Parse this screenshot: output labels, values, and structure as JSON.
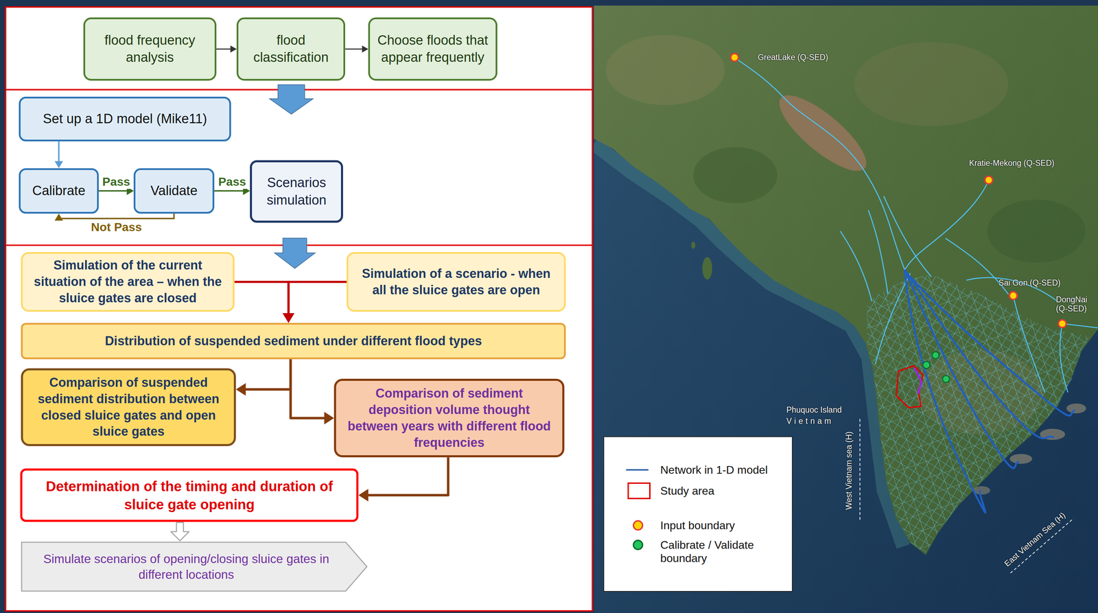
{
  "diagram": {
    "nodes": [
      {
        "text": [
          "flood frequency analysis"
        ]
      },
      {
        "text": [
          "flood classification"
        ]
      },
      {
        "text": [
          "Choose floods that appear frequently"
        ]
      },
      {
        "text": [
          "Set up a 1D model (Mike11)"
        ]
      },
      {
        "text": [
          "Calibrate"
        ]
      },
      {
        "text": [
          "Validate"
        ]
      },
      {
        "text": [
          "Scenarios simulation"
        ]
      },
      {
        "text": [
          "Simulation of the current situation of the area – when the sluice gates are closed"
        ]
      },
      {
        "text": [
          "Simulation of a scenario - when all the sluice gates are open"
        ]
      },
      {
        "text": [
          "Distribution of suspended sediment under different flood types"
        ]
      },
      {
        "text": [
          "Comparison of suspended sediment distribution between closed sluice gates and open sluice gates"
        ]
      },
      {
        "text": [
          "Comparison of sediment deposition volume thought between years with different flood frequencies"
        ]
      },
      {
        "text": [
          "Determination of the timing and duration of sluice gate opening"
        ]
      },
      {
        "text": [
          "Simulate scenarios of opening/closing sluice gates in different locations"
        ]
      }
    ],
    "edges": [
      {
        "from": 0,
        "to": 1,
        "arrow": "to"
      },
      {
        "from": 1,
        "to": 2,
        "arrow": "to"
      },
      {
        "from": 3,
        "to": 4,
        "arrow": "to"
      },
      {
        "from": 4,
        "to": 5,
        "label": "Pass",
        "arrow": "to"
      },
      {
        "from": 5,
        "to": 6,
        "label": "Pass",
        "arrow": "to"
      },
      {
        "from": 5,
        "to": 4,
        "label": "Not Pass",
        "arrow": "to"
      },
      {
        "from": 7,
        "to": 9,
        "arrow": "to"
      },
      {
        "from": 8,
        "to": 9,
        "arrow": "to"
      },
      {
        "from": 9,
        "to": 10,
        "arrow": "to"
      },
      {
        "from": 9,
        "to": 11,
        "arrow": "to"
      },
      {
        "from": 11,
        "to": 12,
        "arrow": "to"
      },
      {
        "from": 12,
        "to": 13,
        "arrow": "to"
      }
    ],
    "labels": [
      "GreatLake (Q-SED)",
      "Kratie-Mekong (Q-SED)",
      "Sai Gon (Q-SED)",
      "DongNai (Q-SED)",
      "Phuquoc Island",
      "Vietnam",
      "West Vietnam sea (H)",
      "East Vietnam Sea (H)"
    ],
    "legend": [
      {
        "text": "Network in 1-D model"
      },
      {
        "text": "Study area"
      },
      {
        "text": "Input boundary",
        "color": "#ffd400"
      },
      {
        "text": "Calibrate / Validate boundary",
        "color": "#22c55e"
      }
    ]
  }
}
